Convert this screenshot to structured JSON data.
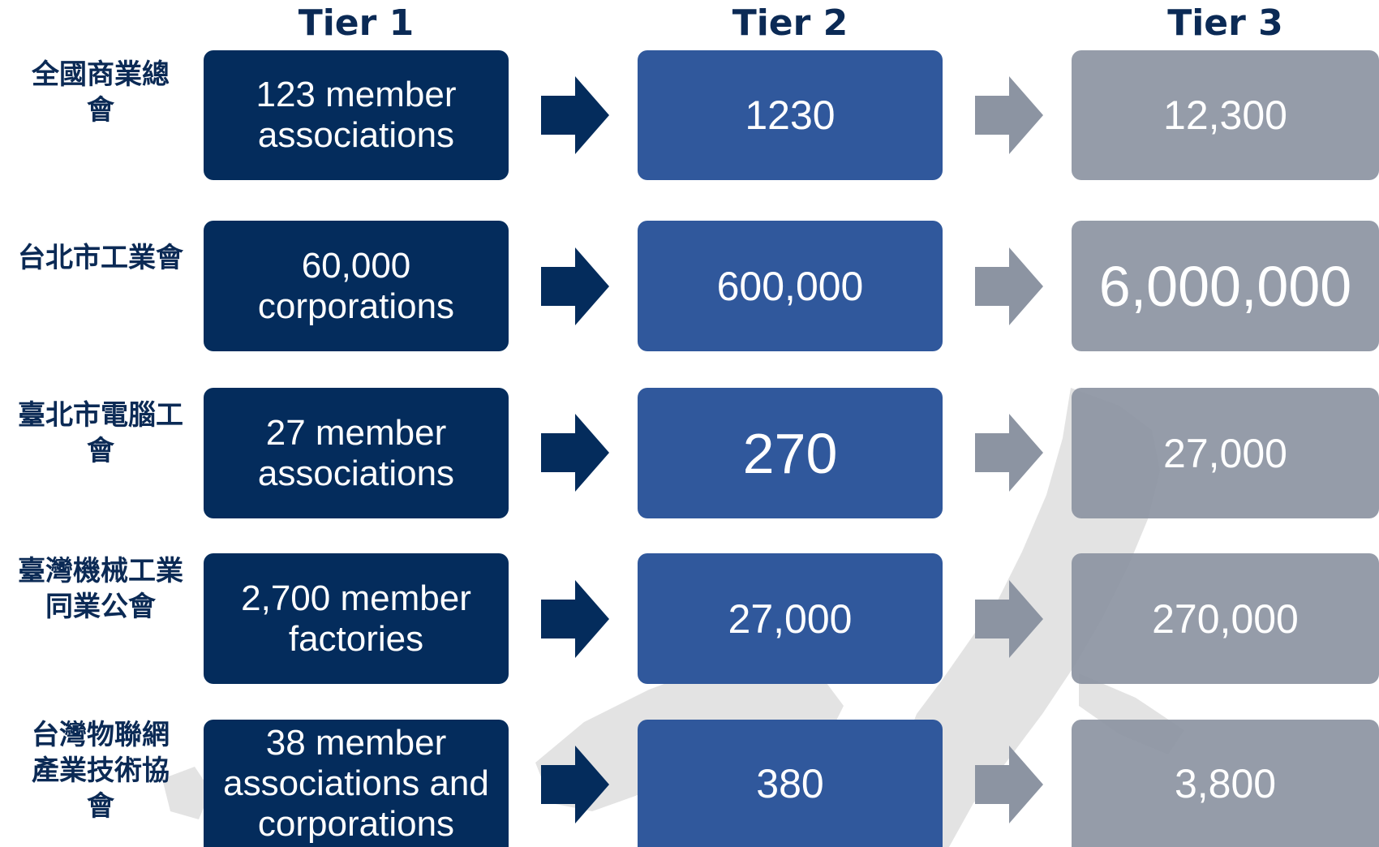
{
  "headers": {
    "tier1": "Tier 1",
    "tier2": "Tier 2",
    "tier3": "Tier 3"
  },
  "rows": [
    {
      "org": "全國商業總\n會",
      "tier1": "123 member\nassociations",
      "tier2": "1230",
      "tier3": "12,300"
    },
    {
      "org": "台北市工業會",
      "tier1": "60,000\ncorporations",
      "tier2": "600,000",
      "tier3": "6,000,000"
    },
    {
      "org": "臺北市電腦工\n會",
      "tier1": "27 member\nassociations",
      "tier2": "270",
      "tier3": "27,000"
    },
    {
      "org": "臺灣機械工業\n同業公會",
      "tier1": "2,700 member\nfactories",
      "tier2": "27,000",
      "tier3": "270,000"
    },
    {
      "org": "台灣物聯網\n產業技術協\n會",
      "tier1": "38 member\nassociations and\ncorporations",
      "tier2": "380",
      "tier3": "3,800"
    }
  ],
  "colors": {
    "tier1_box": "#042c5c",
    "tier2_box": "#30589c",
    "tier3_box": "#8c94a2",
    "arrow_dark": "#042c5c",
    "arrow_gray": "#8c94a2",
    "heading_text": "#0b2a55"
  }
}
